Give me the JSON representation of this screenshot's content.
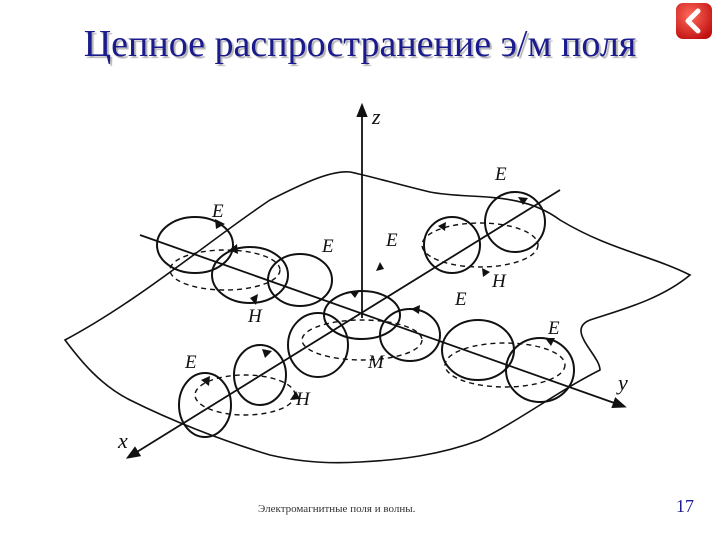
{
  "slide": {
    "title": "Цепное распространение э/м поля",
    "footer": "Электромагнитные поля и волны.",
    "page_number": "17"
  },
  "diagram": {
    "axes": {
      "z": "z",
      "x": "x",
      "y": "y",
      "origin": "M"
    },
    "field_labels": {
      "E": "E",
      "H": "H"
    }
  },
  "icons": {
    "back": "chevron-left-icon"
  },
  "colors": {
    "title": "#1b1b8e",
    "back_button": "#d42020",
    "ink": "#111111"
  }
}
